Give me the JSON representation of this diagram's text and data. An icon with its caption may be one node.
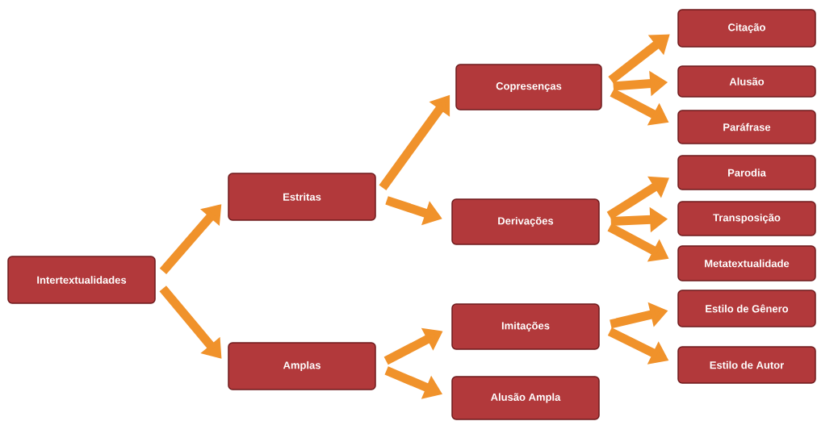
{
  "diagram": {
    "nodes": [
      {
        "text": [
          "Intertextualidades"
        ]
      },
      {
        "text": [
          "Estritas"
        ]
      },
      {
        "text": [
          "Amplas"
        ]
      },
      {
        "text": [
          "Copresenças"
        ]
      },
      {
        "text": [
          "Derivações"
        ]
      },
      {
        "text": [
          "Imitações"
        ]
      },
      {
        "text": [
          "Alusão Ampla"
        ]
      },
      {
        "text": [
          "Citação"
        ]
      },
      {
        "text": [
          "Alusão"
        ]
      },
      {
        "text": [
          "Paráfrase"
        ]
      },
      {
        "text": [
          "Parodia"
        ]
      },
      {
        "text": [
          "Transposição"
        ]
      },
      {
        "text": [
          "Metatextualidade"
        ]
      },
      {
        "text": [
          "Estilo de Gênero"
        ]
      },
      {
        "text": [
          "Estilo de Autor"
        ]
      }
    ],
    "edges": [
      {
        "from": 0,
        "to": 1,
        "arrow": "to"
      },
      {
        "from": 0,
        "to": 2,
        "arrow": "to"
      },
      {
        "from": 1,
        "to": 3,
        "arrow": "to"
      },
      {
        "from": 1,
        "to": 4,
        "arrow": "to"
      },
      {
        "from": 2,
        "to": 5,
        "arrow": "to"
      },
      {
        "from": 2,
        "to": 6,
        "arrow": "to"
      },
      {
        "from": 3,
        "to": 7,
        "arrow": "to"
      },
      {
        "from": 3,
        "to": 8,
        "arrow": "to"
      },
      {
        "from": 3,
        "to": 9,
        "arrow": "to"
      },
      {
        "from": 4,
        "to": 10,
        "arrow": "to"
      },
      {
        "from": 4,
        "to": 11,
        "arrow": "to"
      },
      {
        "from": 4,
        "to": 12,
        "arrow": "to"
      },
      {
        "from": 5,
        "to": 13,
        "arrow": "to"
      },
      {
        "from": 5,
        "to": 14,
        "arrow": "to"
      }
    ]
  }
}
